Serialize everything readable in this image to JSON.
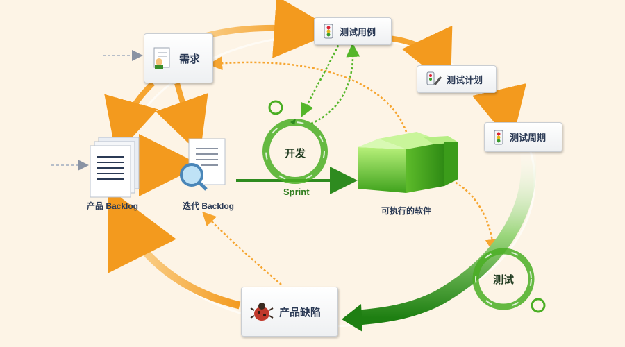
{
  "nodes": {
    "requirements": "需求",
    "test_cases": "测试用例",
    "test_plan": "测试计划",
    "test_cycle": "测试周期",
    "product_defects": "产品缺陷"
  },
  "labels": {
    "product_backlog": "产品 Backlog",
    "iteration_backlog": "迭代 Backlog",
    "develop": "开发",
    "sprint": "Sprint",
    "executable_software": "可执行的软件",
    "test": "测试"
  },
  "colors": {
    "background": "#fdf4e6",
    "orange_arrow": "#f6a530",
    "green_arrow": "#2e8b1f",
    "node_text": "#2b3a55"
  },
  "icons": [
    "user-document-icon",
    "traffic-light-icon",
    "pencil-icon",
    "bug-icon",
    "document-stack-icon",
    "magnifier-icon",
    "cube-stack-icon",
    "cycle-arrows-icon"
  ]
}
